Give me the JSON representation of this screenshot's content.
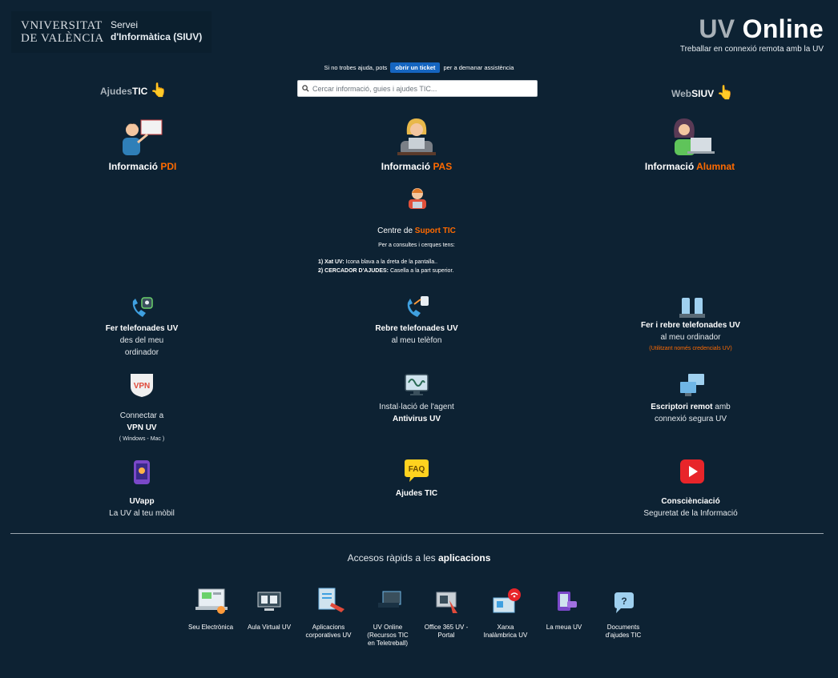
{
  "header": {
    "logo_line1": "VNIVERSITAT",
    "logo_line2": "DE VALÈNCIA",
    "siuv_line1": "Servei",
    "siuv_line2": "d'Informàtica (SIUV)",
    "title_uv": "UV",
    "title_online": "Online",
    "subtitle": "Treballar en connexió remota amb la UV"
  },
  "help": {
    "prefix": "Si no trobes ajuda, pots",
    "ticket_button": "obrir un ticket",
    "suffix": "per a demanar assistència"
  },
  "search": {
    "placeholder": "Cercar informació, guies i ajudes TIC..."
  },
  "links": {
    "ajudes_a": "Ajudes",
    "ajudes_b": "TIC",
    "web_a": "Web",
    "web_b": "SIUV"
  },
  "roles": [
    {
      "prefix": "Informació ",
      "accent": "PDI"
    },
    {
      "prefix": "Informació ",
      "accent": "PAS"
    },
    {
      "prefix": "Informació ",
      "accent": "Alumnat"
    }
  ],
  "support": {
    "prefix": "Centre de ",
    "accent": "Suport TIC",
    "intro": "Per a consultes i cerques tens:",
    "line1_bold": "1) Xat UV:",
    "line1_text": " Icona blava a la dreta de la pantalla..",
    "line2_bold": "2) CERCADOR D'AJUDES:",
    "line2_text": " Casella a la part superior."
  },
  "services": {
    "fer_title": "Fer telefonades UV",
    "fer_line1": "des del meu",
    "fer_line2": "ordinador",
    "rebre_title": "Rebre telefonades UV",
    "rebre_line1": "al meu telèfon",
    "ferirebre_title": "Fer i rebre telefonades UV",
    "ferirebre_line1": "al meu ordinador",
    "ferirebre_note": "(Utilitzant només credencials UV)",
    "vpn_line1": "Connectar a",
    "vpn_title": "VPN UV",
    "vpn_note": "( Windows - Mac )",
    "vpn_icon_text": "VPN",
    "antivirus_line1": "Instal·lació de l'agent",
    "antivirus_title": "Antivirus UV",
    "escriptori_title": "Escriptori remot",
    "escriptori_rest": " amb",
    "escriptori_line2": "connexió segura UV",
    "uvapp_title": "UVapp",
    "uvapp_line1": "La UV al teu mòbil",
    "ajudes_title": "Ajudes TIC",
    "faq_icon_text": "FAQ",
    "consc_title": "Consciènciació",
    "consc_line1": "Seguretat de la Informació"
  },
  "apps": {
    "title_prefix": "Accesos ràpids a les ",
    "title_bold": "aplicacions",
    "items": [
      {
        "label": "Seu Electrònica"
      },
      {
        "label": "Aula Virtual UV"
      },
      {
        "label": "Aplicacions corporatives UV"
      },
      {
        "label": "UV Online (Recursos TIC en Teletreball)"
      },
      {
        "label": "Office 365 UV - Portal"
      },
      {
        "label": "Xarxa Inalàmbrica UV"
      },
      {
        "label": "La meua UV"
      },
      {
        "label": "Documents d'ajudes TIC"
      }
    ]
  },
  "colors": {
    "background": "#0d2233",
    "accent": "#ff6a00",
    "button": "#1565c0"
  }
}
